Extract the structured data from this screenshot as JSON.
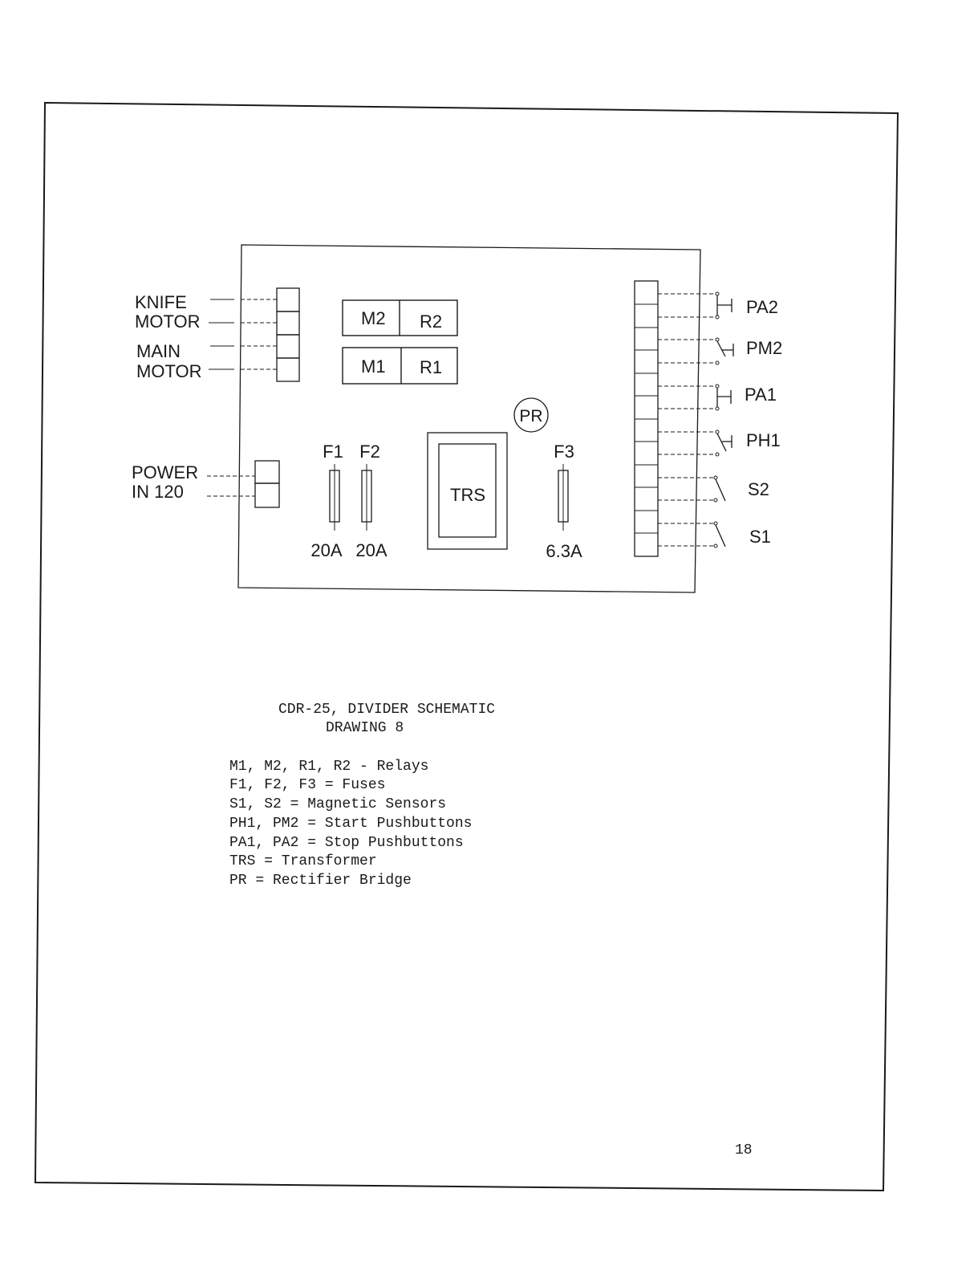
{
  "diagram": {
    "left_labels": {
      "knife": "KNIFE",
      "motor_1": "MOTOR",
      "main": "MAIN",
      "motor_2": "MOTOR",
      "power": "POWER",
      "in120": "IN 120"
    },
    "relays": {
      "m2": "M2",
      "r2": "R2",
      "m1": "M1",
      "r1": "R1"
    },
    "rectifier": "PR",
    "transformer": "TRS",
    "fuses": {
      "f1": "F1",
      "f2": "F2",
      "f3": "F3",
      "f1_rating": "20A",
      "f2_rating": "20A",
      "f3_rating": "6.3A"
    },
    "switches": {
      "pa2": "PA2",
      "pm2": "PM2",
      "pa1": "PA1",
      "ph1": "PH1",
      "s2": "S2",
      "s1": "S1"
    }
  },
  "caption": {
    "title": "CDR-25, DIVIDER SCHEMATIC",
    "drawing": "DRAWING 8"
  },
  "legend": [
    "M1, M2, R1, R2 - Relays",
    "F1, F2, F3 = Fuses",
    "S1, S2 = Magnetic Sensors",
    "PH1, PM2 = Start Pushbuttons",
    "PA1, PA2 = Stop Pushbuttons",
    "TRS = Transformer",
    "PR = Rectifier Bridge"
  ],
  "page_number": "18"
}
